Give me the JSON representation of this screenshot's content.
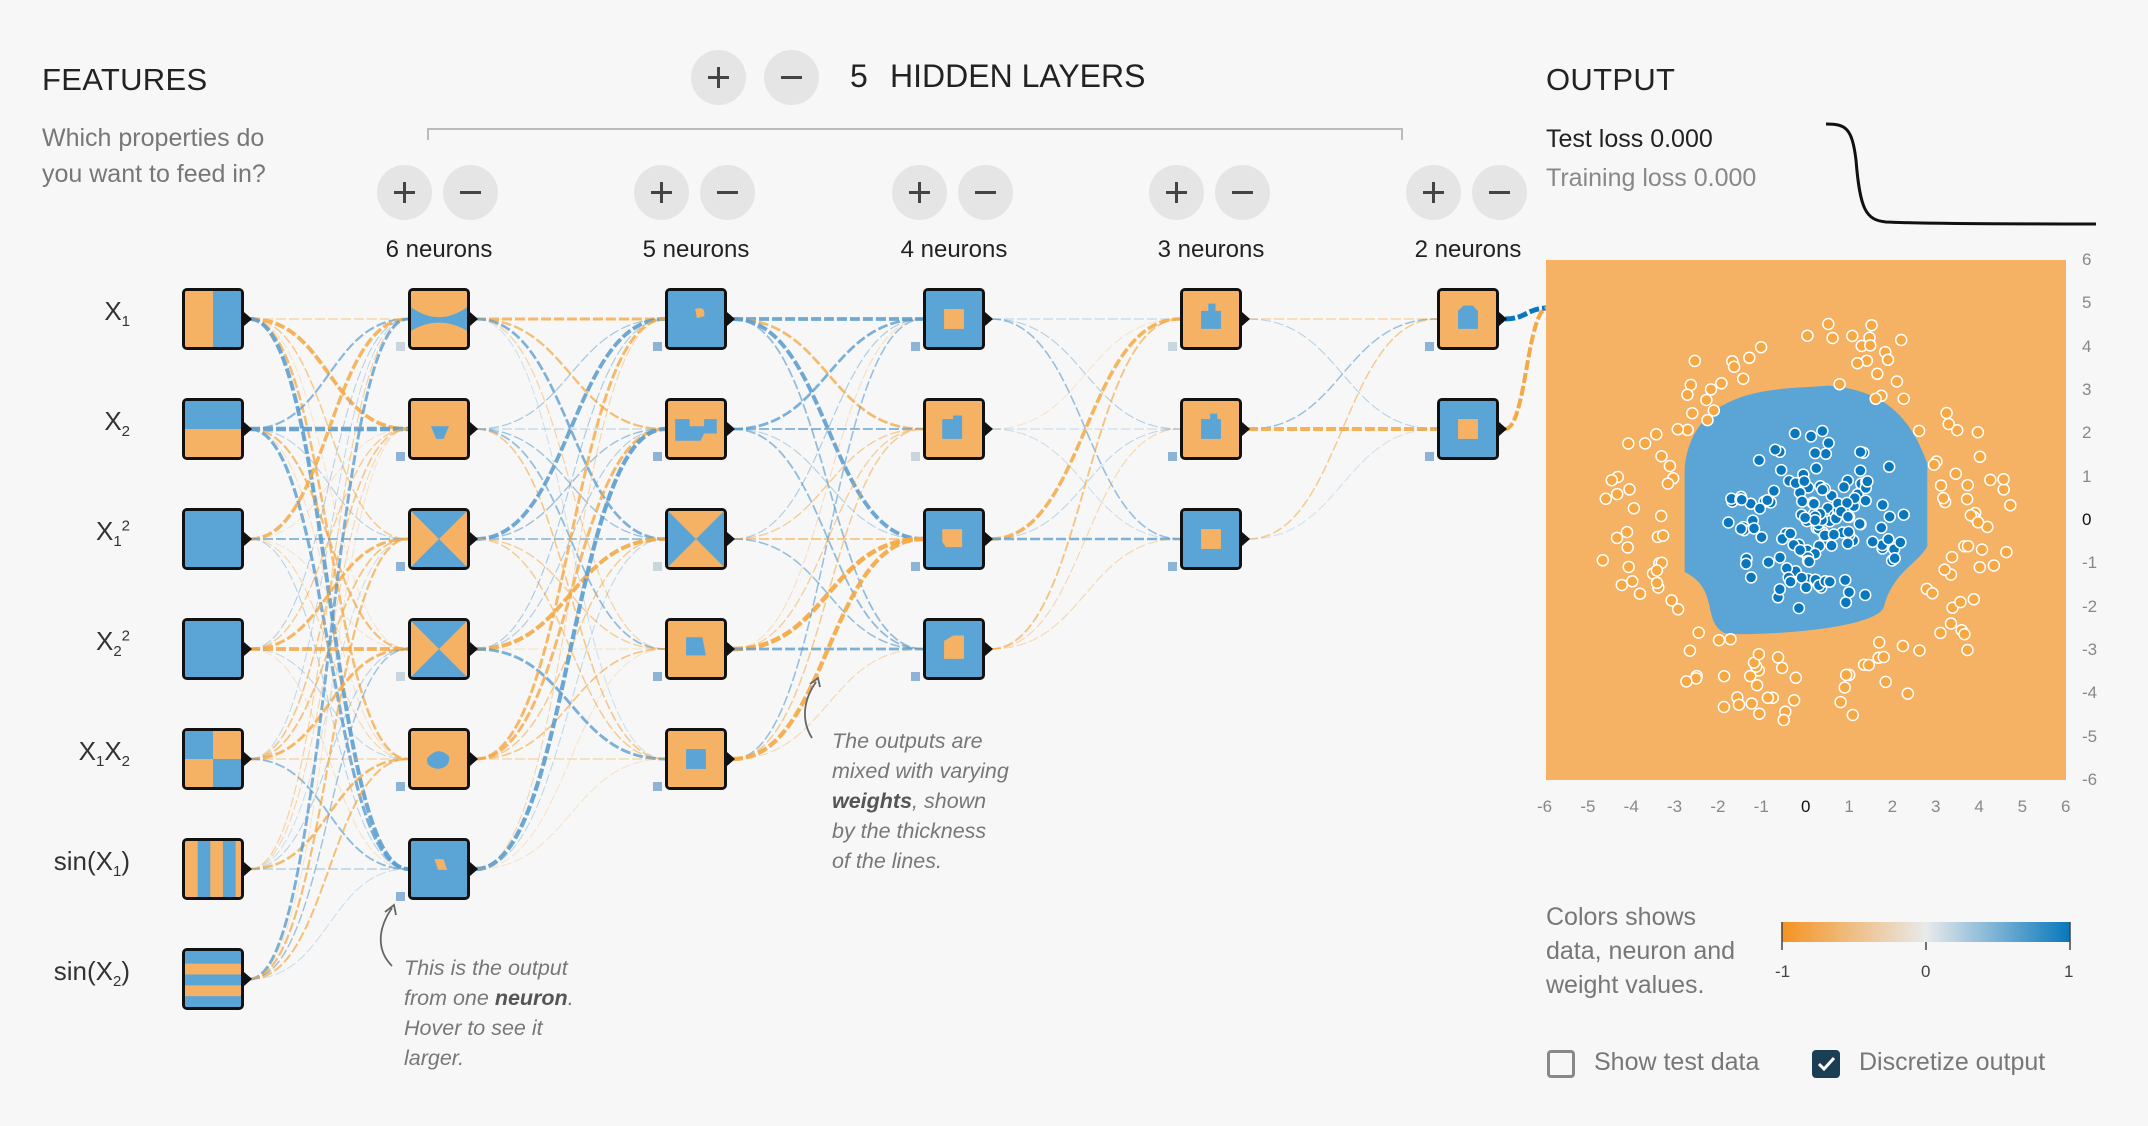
{
  "features": {
    "title": "FEATURES",
    "subtitle_line1": "Which properties do",
    "subtitle_line2": "you want to feed in?",
    "inputs": [
      {
        "label": "X",
        "sub": "1",
        "sup": ""
      },
      {
        "label": "X",
        "sub": "2",
        "sup": ""
      },
      {
        "label": "X",
        "sub": "1",
        "sup": "2"
      },
      {
        "label": "X",
        "sub": "2",
        "sup": "2"
      },
      {
        "label": "X1X2",
        "sub": "",
        "sup": ""
      },
      {
        "label": "sin(X",
        "sub": "1",
        "sup": ""
      },
      {
        "label": "sin(X",
        "sub": "2",
        "sup": ""
      }
    ]
  },
  "hidden": {
    "count": "5",
    "title": "HIDDEN LAYERS",
    "layers": [
      {
        "label": "6 neurons",
        "neurons": 6
      },
      {
        "label": "5 neurons",
        "neurons": 5
      },
      {
        "label": "4 neurons",
        "neurons": 4
      },
      {
        "label": "3 neurons",
        "neurons": 3
      },
      {
        "label": "2 neurons",
        "neurons": 2
      }
    ]
  },
  "output": {
    "title": "OUTPUT",
    "test_loss": "Test loss 0.000",
    "training_loss": "Training loss 0.000",
    "x_ticks": [
      "-6",
      "-5",
      "-4",
      "-3",
      "-2",
      "-1",
      "0",
      "1",
      "2",
      "3",
      "4",
      "5",
      "6"
    ],
    "y_ticks": [
      "6",
      "5",
      "4",
      "3",
      "2",
      "1",
      "0",
      "-1",
      "-2",
      "-3",
      "-4",
      "-5",
      "-6"
    ]
  },
  "annotations": {
    "weights_l1": "The outputs are",
    "weights_l2": "mixed with varying",
    "weights_bold": "weights",
    "weights_l3_rest": ", shown",
    "weights_l4": "by the thickness",
    "weights_l5": "of the lines.",
    "neuron_l1": "This is the output",
    "neuron_l2_pre": "from one ",
    "neuron_bold": "neuron",
    "neuron_l2_post": ".",
    "neuron_l3": "Hover to see it",
    "neuron_l4": "larger."
  },
  "legend": {
    "line1": "Colors shows",
    "line2": "data, neuron and",
    "line3": "weight values.",
    "min": "-1",
    "mid": "0",
    "max": "1"
  },
  "controls": {
    "show_test_data": "Show test data",
    "show_test_data_checked": false,
    "discretize_output": "Discretize output",
    "discretize_output_checked": true
  },
  "colors": {
    "orange": "#f5a843",
    "blue": "#0877bd",
    "node_orange": "#f5b164",
    "node_blue": "#5aa5d6",
    "background": "#f7f7f7"
  }
}
